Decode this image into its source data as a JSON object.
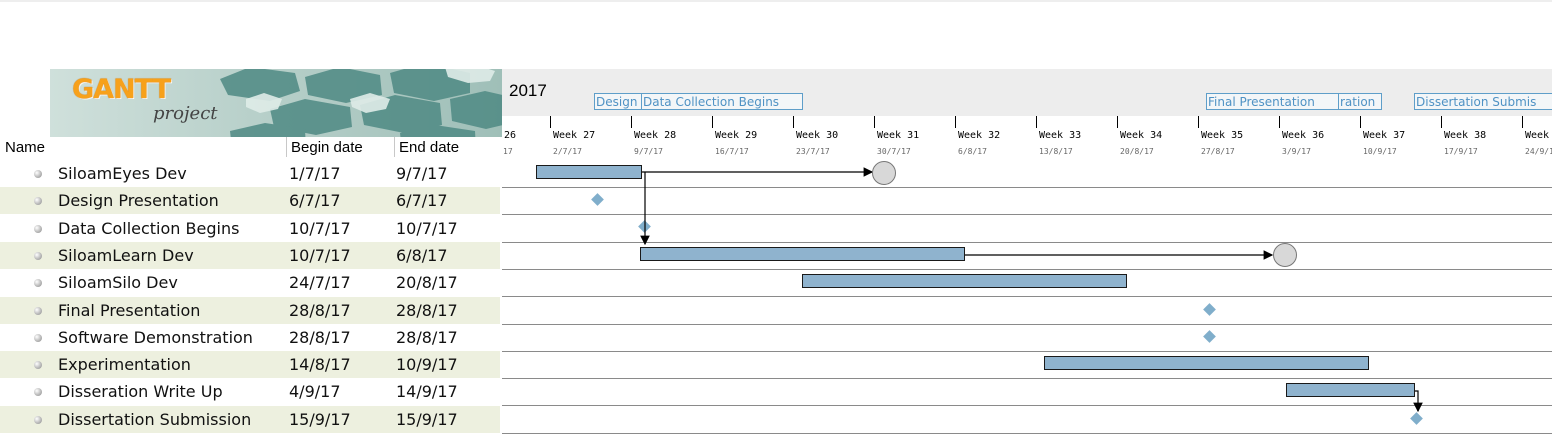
{
  "logo": {
    "brand": "GANTT",
    "sub": "project"
  },
  "table": {
    "headers": {
      "name": "Name",
      "begin": "Begin date",
      "end": "End date"
    },
    "rows": [
      {
        "name": "SiloamEyes Dev",
        "begin": "1/7/17",
        "end": "9/7/17"
      },
      {
        "name": "Design Presentation",
        "begin": "6/7/17",
        "end": "6/7/17"
      },
      {
        "name": "Data Collection Begins",
        "begin": "10/7/17",
        "end": "10/7/17"
      },
      {
        "name": "SiloamLearn Dev",
        "begin": "10/7/17",
        "end": "6/8/17"
      },
      {
        "name": "SiloamSilo Dev",
        "begin": "24/7/17",
        "end": "20/8/17"
      },
      {
        "name": "Final Presentation",
        "begin": "28/8/17",
        "end": "28/8/17"
      },
      {
        "name": "Software Demonstration",
        "begin": "28/8/17",
        "end": "28/8/17"
      },
      {
        "name": "Experimentation",
        "begin": "14/8/17",
        "end": "10/9/17"
      },
      {
        "name": "Disseration Write Up",
        "begin": "4/9/17",
        "end": "14/9/17"
      },
      {
        "name": "Dissertation Submission",
        "begin": "15/9/17",
        "end": "15/9/17"
      }
    ]
  },
  "chart": {
    "year": "2017",
    "milestone_labels": [
      "Design",
      "Data Collection Begins",
      "Final Presentation",
      "ration",
      "Dissertation Submis"
    ],
    "weeks": [
      {
        "label": "26",
        "date": "17"
      },
      {
        "label": "Week 27",
        "date": "2/7/17"
      },
      {
        "label": "Week 28",
        "date": "9/7/17"
      },
      {
        "label": "Week 29",
        "date": "16/7/17"
      },
      {
        "label": "Week 30",
        "date": "23/7/17"
      },
      {
        "label": "Week 31",
        "date": "30/7/17"
      },
      {
        "label": "Week 32",
        "date": "6/8/17"
      },
      {
        "label": "Week 33",
        "date": "13/8/17"
      },
      {
        "label": "Week 34",
        "date": "20/8/17"
      },
      {
        "label": "Week 35",
        "date": "27/8/17"
      },
      {
        "label": "Week 36",
        "date": "3/9/17"
      },
      {
        "label": "Week 37",
        "date": "10/9/17"
      },
      {
        "label": "Week 38",
        "date": "17/9/17"
      },
      {
        "label": "Week",
        "date": "24/9/1"
      }
    ],
    "colors": {
      "bar": "#8fb3ce",
      "milestone": "#80aecb",
      "label_border": "#5e9ec9",
      "alt_row": "#edf0df"
    }
  }
}
